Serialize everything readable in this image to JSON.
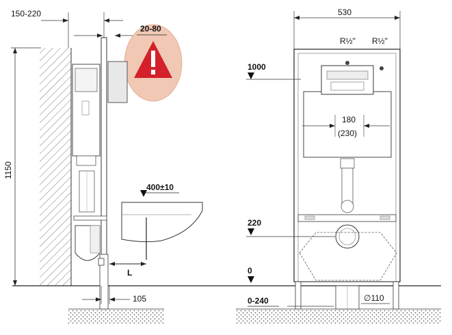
{
  "side_view": {
    "wall_depth_label": "150-220",
    "warning_badge": {
      "range_label": "20-80",
      "badge_color": "#f0c8b4",
      "triangle_color": "#d4202a",
      "icon": "warning-icon"
    },
    "height_label": "1150",
    "bowl_height_label": "400±10",
    "distance_label": "L",
    "floor_offset_label": "105"
  },
  "front_view": {
    "width_label": "530",
    "inlet_left_label": "R½\"",
    "inlet_right_label": "R½\"",
    "inlet_marker_color": "#e0202a",
    "level_top_label": "1000",
    "spacing_label": "180",
    "spacing_alt_label": "(230)",
    "level_mid_label": "220",
    "level_floor_label": "0",
    "floor_range_label": "0-240",
    "pipe_diameter_label": "∅110"
  }
}
